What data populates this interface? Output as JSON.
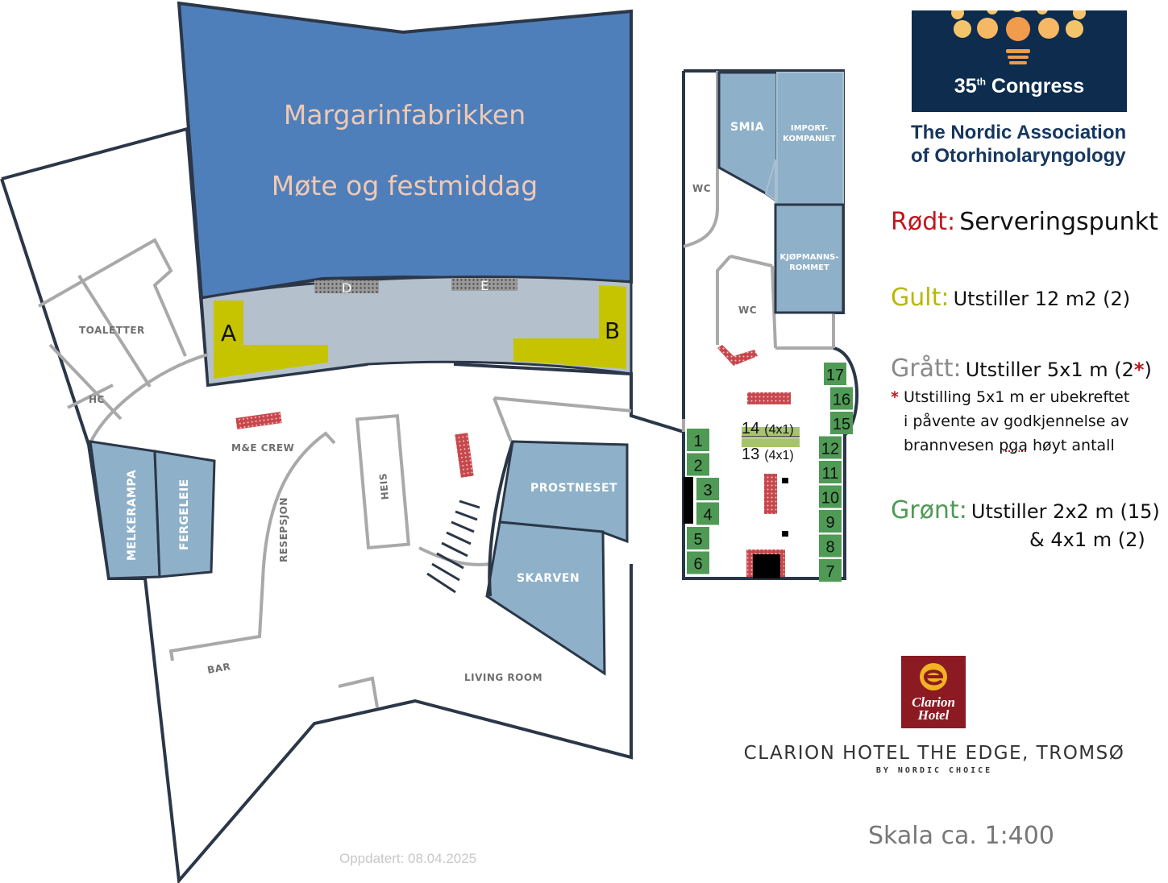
{
  "venue": {
    "main_hall_name": "Margarinfabrikken",
    "main_hall_use": "Møte og festmiddag",
    "booth_A": "A",
    "booth_B": "B",
    "booth_D": "D",
    "booth_E": "E"
  },
  "rooms": {
    "toaletter": "TOALETTER",
    "hc": "HC",
    "melkerampa": "MELKERAMPA",
    "fergeleie": "FERGELEIE",
    "me_crew": "M&E CREW",
    "resepsjon": "RESEPSJON",
    "heis": "HEIS",
    "prostneset": "PROSTNESET",
    "skarven": "SKARVEN",
    "bar": "BAR",
    "living_room": "LIVING ROOM",
    "smia": "SMIA",
    "importkompaniet_1": "IMPORT-",
    "importkompaniet_2": "KOMPANIET",
    "kjopmannsrommet_1": "KJØPMANNS-",
    "kjopmannsrommet_2": "ROMMET",
    "wc_1": "WC",
    "wc_2": "WC"
  },
  "exhibitor_booths": {
    "left_column": [
      "1",
      "2",
      "3",
      "4",
      "5",
      "6"
    ],
    "right_column": [
      "17",
      "16",
      "15",
      "12",
      "11",
      "10",
      "9",
      "8",
      "7"
    ],
    "booth_14": "14",
    "booth_14_size": "(4x1)",
    "booth_13": "13",
    "booth_13_size": "(4x1)"
  },
  "legend": {
    "red_key": "Rødt:",
    "red_value": "Serveringspunkt",
    "yellow_key": "Gult:",
    "yellow_value": "Utstiller 12 m2  (2)",
    "gray_key": "Grått:",
    "gray_value_a": "Utstiller 5x1 m (2",
    "gray_value_star": "*",
    "gray_value_b": ")",
    "note_star": "*",
    "note_line1": "Utstilling 5x1 m er ubekreftet",
    "note_line2": "i påvente av godkjennelse av",
    "note_line3_a": "brannvesen ",
    "note_line3_b": "pga",
    "note_line3_c": " høyt antall",
    "green_key": "Grønt:",
    "green_value_line1": "Utstiller 2x2 m (15)",
    "green_value_line2": "&  4x1 m  (2)"
  },
  "colors": {
    "red": "#c0161e",
    "yellow": "#b8b800",
    "gray": "#8a8a8a",
    "green": "#4f9a55",
    "hall_blue": "#4f7fba",
    "room_blue": "#8eb0c9"
  },
  "congress": {
    "title_num": "35",
    "title_sup": "th",
    "title_word": " Congress",
    "org_line1": "The Nordic Association",
    "org_line2": "of Otorhinolaryngology"
  },
  "hotel": {
    "logo_line1": "Clarion",
    "logo_line2": "Hotel",
    "name": "CLARION HOTEL THE EDGE, TROMSØ",
    "sub": "BY NORDIC CHOICE"
  },
  "scale": "Skala ca. 1:400",
  "updated": "Oppdatert: 08.04.2025"
}
